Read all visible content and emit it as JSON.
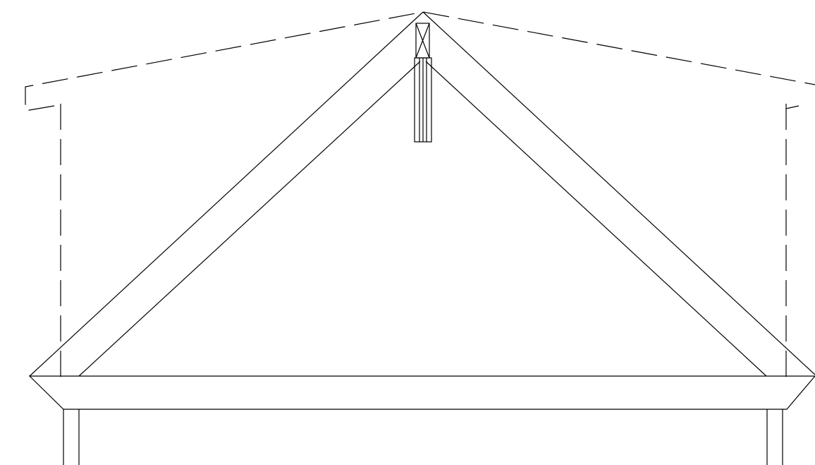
{
  "drawing": {
    "line_color": "#000000",
    "background_color": "#ffffff",
    "elements": [
      "existing-roof-outline",
      "existing-wall-left",
      "existing-wall-right",
      "rafter-left",
      "rafter-right",
      "ridge-board",
      "ridge-king-post",
      "tie-beam",
      "post-left",
      "post-right"
    ]
  }
}
